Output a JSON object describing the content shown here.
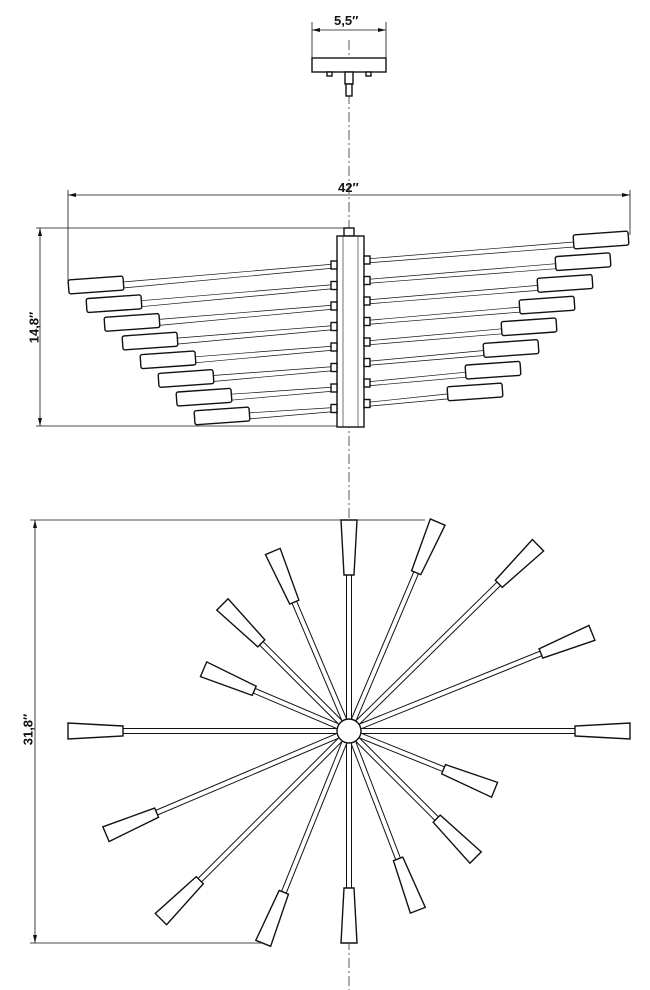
{
  "drawing": {
    "canopy_width_label": "5,5″",
    "overall_width_label": "42″",
    "height_label": "14,8″",
    "top_view_diameter_label": "31,8″",
    "side_view_bulbs_per_side": 8,
    "top_view_arm_count": 16
  }
}
